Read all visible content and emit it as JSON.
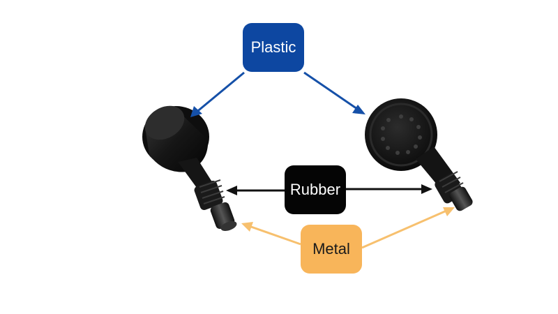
{
  "labels": {
    "plastic": "Plastic",
    "rubber": "Rubber",
    "metal": "Metal"
  },
  "colors": {
    "plastic_box": "#0d47a1",
    "plastic_text": "#ffffff",
    "plastic_arrow": "#1550a8",
    "rubber_box": "#050505",
    "rubber_text": "#ffffff",
    "rubber_arrow": "#111111",
    "metal_box": "#f8b55a",
    "metal_text": "#1a1a1a",
    "metal_arrow": "#f7c06e",
    "earpiece_body": "#1c1c1c"
  },
  "images": {
    "left": "earbud-side-view",
    "right": "earbud-front-view"
  }
}
